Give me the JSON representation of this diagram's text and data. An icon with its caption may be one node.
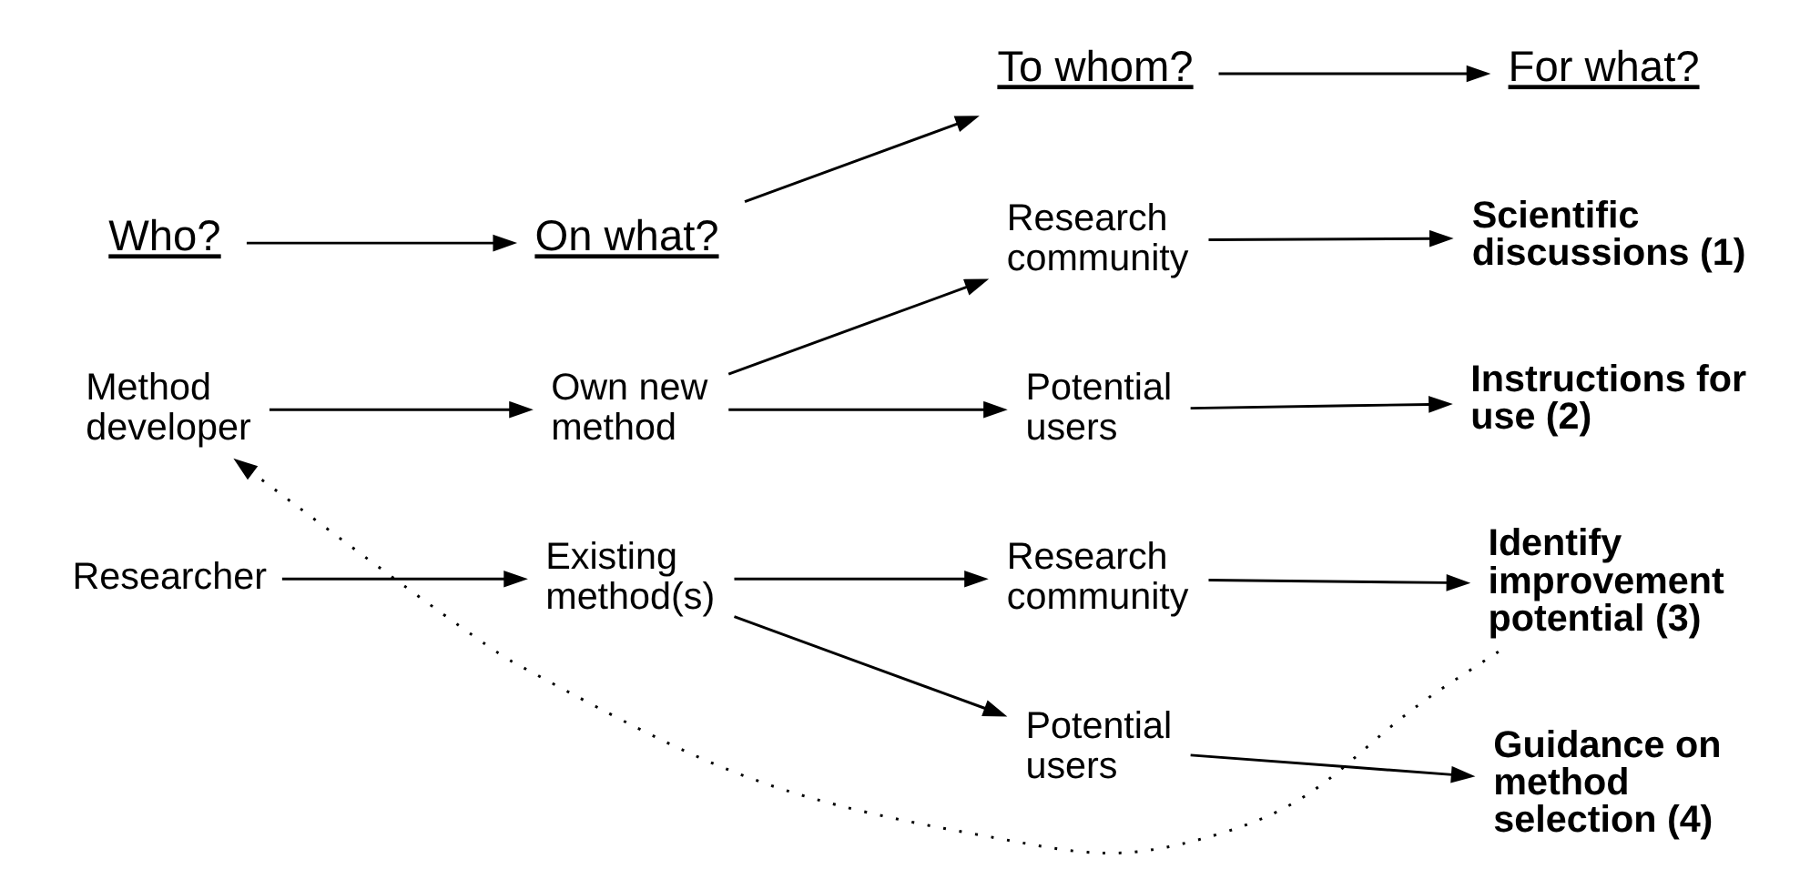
{
  "diagram": {
    "nodes": [
      {
        "text": [
          "Who?"
        ]
      },
      {
        "text": [
          "On what?"
        ]
      },
      {
        "text": [
          "To whom?"
        ]
      },
      {
        "text": [
          "For what?"
        ]
      },
      {
        "text": [
          "Method developer"
        ]
      },
      {
        "text": [
          "Own new method"
        ]
      },
      {
        "text": [
          "Research community"
        ]
      },
      {
        "text": [
          "Potential users"
        ]
      },
      {
        "text": [
          "Scientific discussions (1)"
        ]
      },
      {
        "text": [
          "Instructions for use (2)"
        ]
      },
      {
        "text": [
          "Researcher"
        ]
      },
      {
        "text": [
          "Existing method(s)"
        ]
      },
      {
        "text": [
          "Research community"
        ]
      },
      {
        "text": [
          "Potential users"
        ]
      },
      {
        "text": [
          "Identify improvement potential (3)"
        ]
      },
      {
        "text": [
          "Guidance on method selection (4)"
        ]
      }
    ],
    "edges": [
      {
        "from": 0,
        "to": 1,
        "arrow": "to"
      },
      {
        "from": 1,
        "to": 2,
        "arrow": "to"
      },
      {
        "from": 2,
        "to": 3,
        "arrow": "to"
      },
      {
        "from": 4,
        "to": 5,
        "arrow": "to"
      },
      {
        "from": 5,
        "to": 6,
        "arrow": "to"
      },
      {
        "from": 5,
        "to": 7,
        "arrow": "to"
      },
      {
        "from": 6,
        "to": 8,
        "arrow": "to"
      },
      {
        "from": 7,
        "to": 9,
        "arrow": "to"
      },
      {
        "from": 14,
        "to": 4,
        "arrow": "to",
        "style": "dashed"
      },
      {
        "from": 10,
        "to": 11,
        "arrow": "to"
      },
      {
        "from": 11,
        "to": 12,
        "arrow": "to"
      },
      {
        "from": 11,
        "to": 13,
        "arrow": "to"
      },
      {
        "from": 12,
        "to": 14,
        "arrow": "to"
      },
      {
        "from": 13,
        "to": 15,
        "arrow": "to"
      }
    ]
  }
}
